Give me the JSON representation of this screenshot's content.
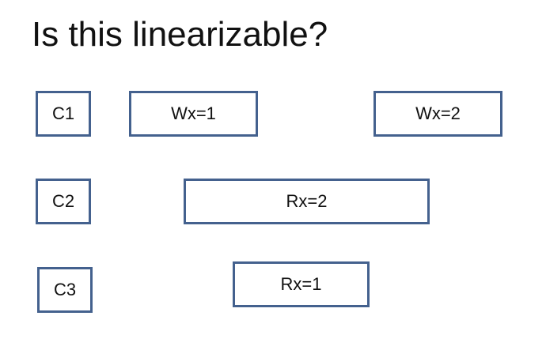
{
  "title": "Is this linearizable?",
  "colors": {
    "box_border": "#44618e",
    "text": "#111111",
    "background": "#ffffff"
  },
  "clients": [
    {
      "label": "C1"
    },
    {
      "label": "C2"
    },
    {
      "label": "C3"
    }
  ],
  "operations": [
    {
      "client": "C1",
      "label": "Wx=1"
    },
    {
      "client": "C1",
      "label": "Wx=2"
    },
    {
      "client": "C2",
      "label": "Rx=2"
    },
    {
      "client": "C3",
      "label": "Rx=1"
    }
  ]
}
